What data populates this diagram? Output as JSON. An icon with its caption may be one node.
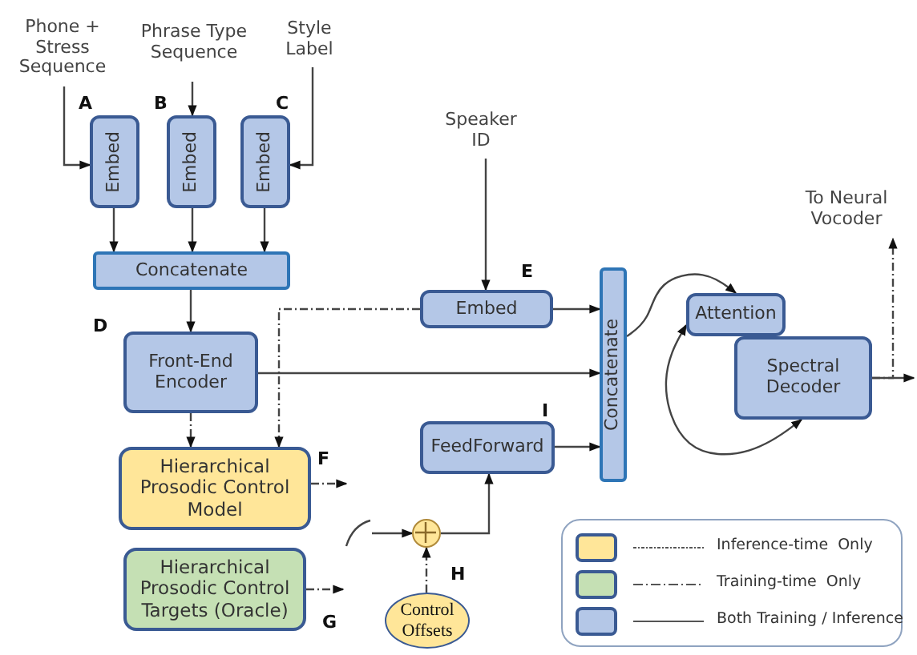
{
  "diagram": {
    "nodes": [
      {
        "text": [
          "Phone + Stress Sequence"
        ]
      },
      {
        "text": [
          "Phrase Type Sequence"
        ]
      },
      {
        "text": [
          "Style Label"
        ]
      },
      {
        "text": [
          "Embed"
        ],
        "beside": [
          "A"
        ]
      },
      {
        "text": [
          "Embed"
        ],
        "beside": [
          "B"
        ]
      },
      {
        "text": [
          "Embed"
        ],
        "beside": [
          "C"
        ]
      },
      {
        "text": [
          "Concatenate"
        ]
      },
      {
        "text": [
          "Speaker ID"
        ]
      },
      {
        "text": [
          "Embed"
        ],
        "beside": [
          "E"
        ]
      },
      {
        "text": [
          "Concatenate"
        ]
      },
      {
        "text": [
          "Attention"
        ]
      },
      {
        "text": [
          "Spectral Decoder"
        ]
      },
      {
        "text": [
          "To Neural Vocoder"
        ]
      },
      {
        "text": [
          "Front-End Encoder"
        ],
        "beside": [
          "D"
        ]
      },
      {
        "text": [
          "Hierarchical Prosodic Control Model"
        ],
        "beside": [
          "F"
        ]
      },
      {
        "text": [
          "FeedForward"
        ],
        "beside": [
          "I"
        ]
      },
      {
        "text": [
          "Hierarchical Prosodic Control Targets (Oracle)"
        ],
        "beside": [
          "G"
        ]
      },
      {
        "text": [],
        "shape": "circle"
      },
      {
        "text": [
          "Control Offsets"
        ],
        "beside": [
          "H"
        ]
      },
      {
        "text": [],
        "shape": "arc"
      }
    ],
    "edges": [
      {
        "from": 0,
        "to": 3,
        "arrow": "to"
      },
      {
        "from": 1,
        "to": 4,
        "arrow": "to"
      },
      {
        "from": 2,
        "to": 5,
        "arrow": "to"
      },
      {
        "from": 3,
        "to": 6,
        "arrow": "to"
      },
      {
        "from": 4,
        "to": 6,
        "arrow": "to"
      },
      {
        "from": 5,
        "to": 6,
        "arrow": "to"
      },
      {
        "from": 6,
        "to": 13,
        "arrow": "to"
      },
      {
        "from": 7,
        "to": 8,
        "arrow": "to"
      },
      {
        "from": 8,
        "to": 9,
        "arrow": "to"
      },
      {
        "from": 13,
        "to": 9,
        "arrow": "to"
      },
      {
        "from": 15,
        "to": 9,
        "arrow": "to"
      },
      {
        "from": 8,
        "to": 14,
        "arrow": "to",
        "style": "dashed"
      },
      {
        "from": 13,
        "to": 14,
        "arrow": "to",
        "style": "dashed"
      },
      {
        "from": 14,
        "to": null,
        "arrow": "to",
        "style": "dashed"
      },
      {
        "from": 16,
        "to": null,
        "arrow": "to",
        "style": "dashed"
      },
      {
        "from": 19,
        "to": 17,
        "arrow": "to"
      },
      {
        "from": 18,
        "to": 17,
        "arrow": "to",
        "style": "dashed"
      },
      {
        "from": 17,
        "to": 15,
        "arrow": "to"
      },
      {
        "from": 9,
        "to": 10,
        "arrow": "to"
      },
      {
        "from": 11,
        "to": 10,
        "arrow": "both"
      },
      {
        "from": 11,
        "to": null,
        "arrow": "to"
      },
      {
        "from": 11,
        "to": 12,
        "arrow": "to",
        "style": "dashed"
      }
    ],
    "legend": [
      {
        "text": "Inference-time  Only",
        "color": "#ffe699"
      },
      {
        "text": "Training-time  Only",
        "color": "#c5e0b4"
      },
      {
        "text": "Both Training / Inference",
        "color": "#b4c7e7"
      }
    ]
  }
}
